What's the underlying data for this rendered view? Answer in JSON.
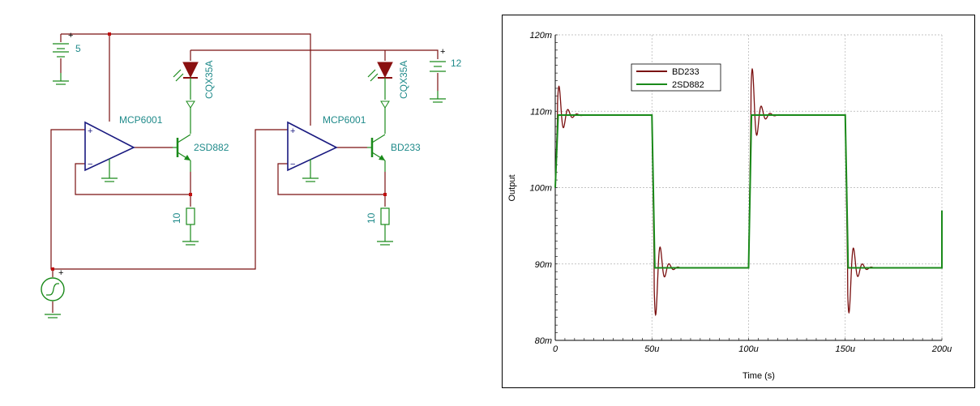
{
  "schematic": {
    "battery_left": "5",
    "battery_right": "12",
    "opamp1": "MCP6001",
    "opamp2": "MCP6001",
    "led1": "CQX35A",
    "led2": "CQX35A",
    "transistor1": "2SD882",
    "transistor2": "BD233",
    "resistor1": "10",
    "resistor2": "10",
    "plus": "+",
    "minus": "−"
  },
  "chart_data": {
    "type": "line",
    "xlabel": "Time (s)",
    "ylabel": "Output",
    "xlim": [
      0,
      200
    ],
    "ylim": [
      80,
      120
    ],
    "x_unit": "u",
    "y_unit": "m",
    "xticks": [
      "0",
      "50u",
      "100u",
      "150u",
      "200u"
    ],
    "yticks": [
      "80m",
      "90m",
      "100m",
      "110m",
      "120m"
    ],
    "grid": true,
    "legend_position": "top-left",
    "series": [
      {
        "name": "BD233",
        "color": "#7a1010",
        "behavior": "square wave with damped ringing after each edge",
        "high_level": 109.5,
        "low_level": 89.5,
        "overshoot_peaks": [
          114.3,
          117.4
        ],
        "undershoot_peaks": [
          81.6,
          82.0
        ]
      },
      {
        "name": "2SD882",
        "color": "#1a8a1a",
        "behavior": "clean square wave",
        "high_level": 109.5,
        "low_level": 89.5
      }
    ],
    "edges_us": [
      0,
      50,
      100,
      150,
      200
    ]
  }
}
